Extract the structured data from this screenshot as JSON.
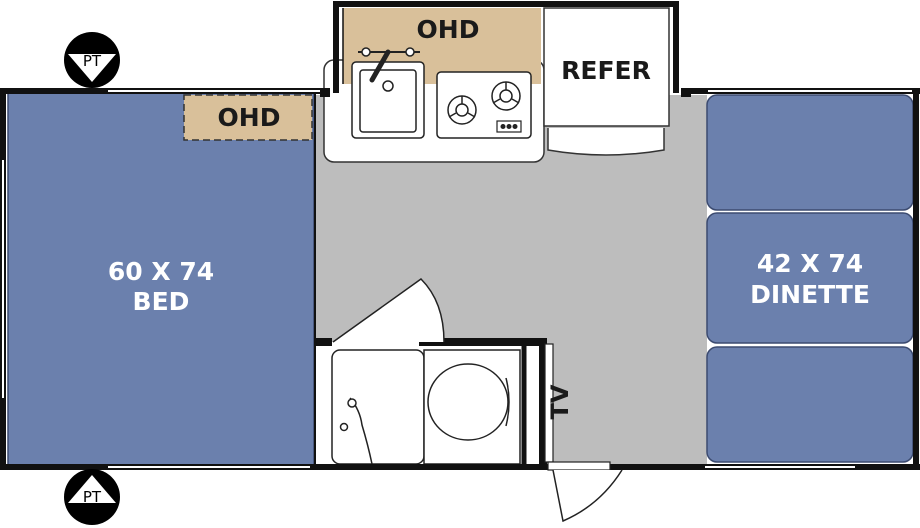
{
  "labels": {
    "bed_size": "60 X 74",
    "bed": "BED",
    "dinette_size": "42 X 74",
    "dinette": "DINETTE",
    "ohd_kitchen": "OHD",
    "ohd_bed": "OHD",
    "refer": "REFER",
    "tv": "TV",
    "pt_top": "PT",
    "pt_bottom": "PT"
  },
  "colors": {
    "bed": "#6b80ad",
    "dinette": "#6b80ad",
    "floor": "#bdbdbd",
    "overhead": "#d9c09a",
    "wall": "#111111"
  }
}
